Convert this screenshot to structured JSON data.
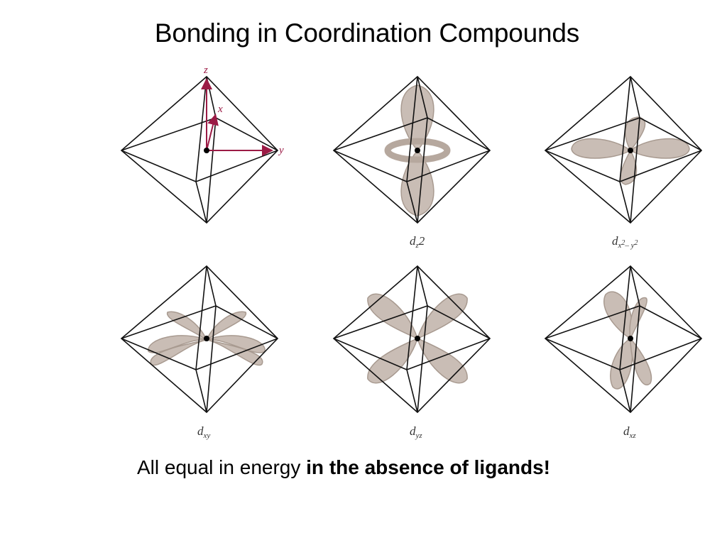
{
  "slide": {
    "title": "Bonding in Coordination Compounds",
    "caption_normal": "All equal in energy ",
    "caption_bold": "in the absence of ligands!"
  },
  "axes": {
    "z_label": "z",
    "x_label": "x",
    "y_label": "y",
    "color": "#9b1b45"
  },
  "orbitals": [
    {
      "main": "d",
      "sub": "z",
      "sub2": "2",
      "extra": ""
    },
    {
      "main": "d",
      "sub": "x",
      "sup": "2",
      "mid": "– y",
      "sup2": "2"
    },
    {
      "main": "d",
      "sub": "xy"
    },
    {
      "main": "d",
      "sub": "yz"
    },
    {
      "main": "d",
      "sub": "xz"
    }
  ],
  "colors": {
    "lobe_fill": "#c9bdb5",
    "lobe_stroke": "#a89a90",
    "edge": "#111111"
  }
}
